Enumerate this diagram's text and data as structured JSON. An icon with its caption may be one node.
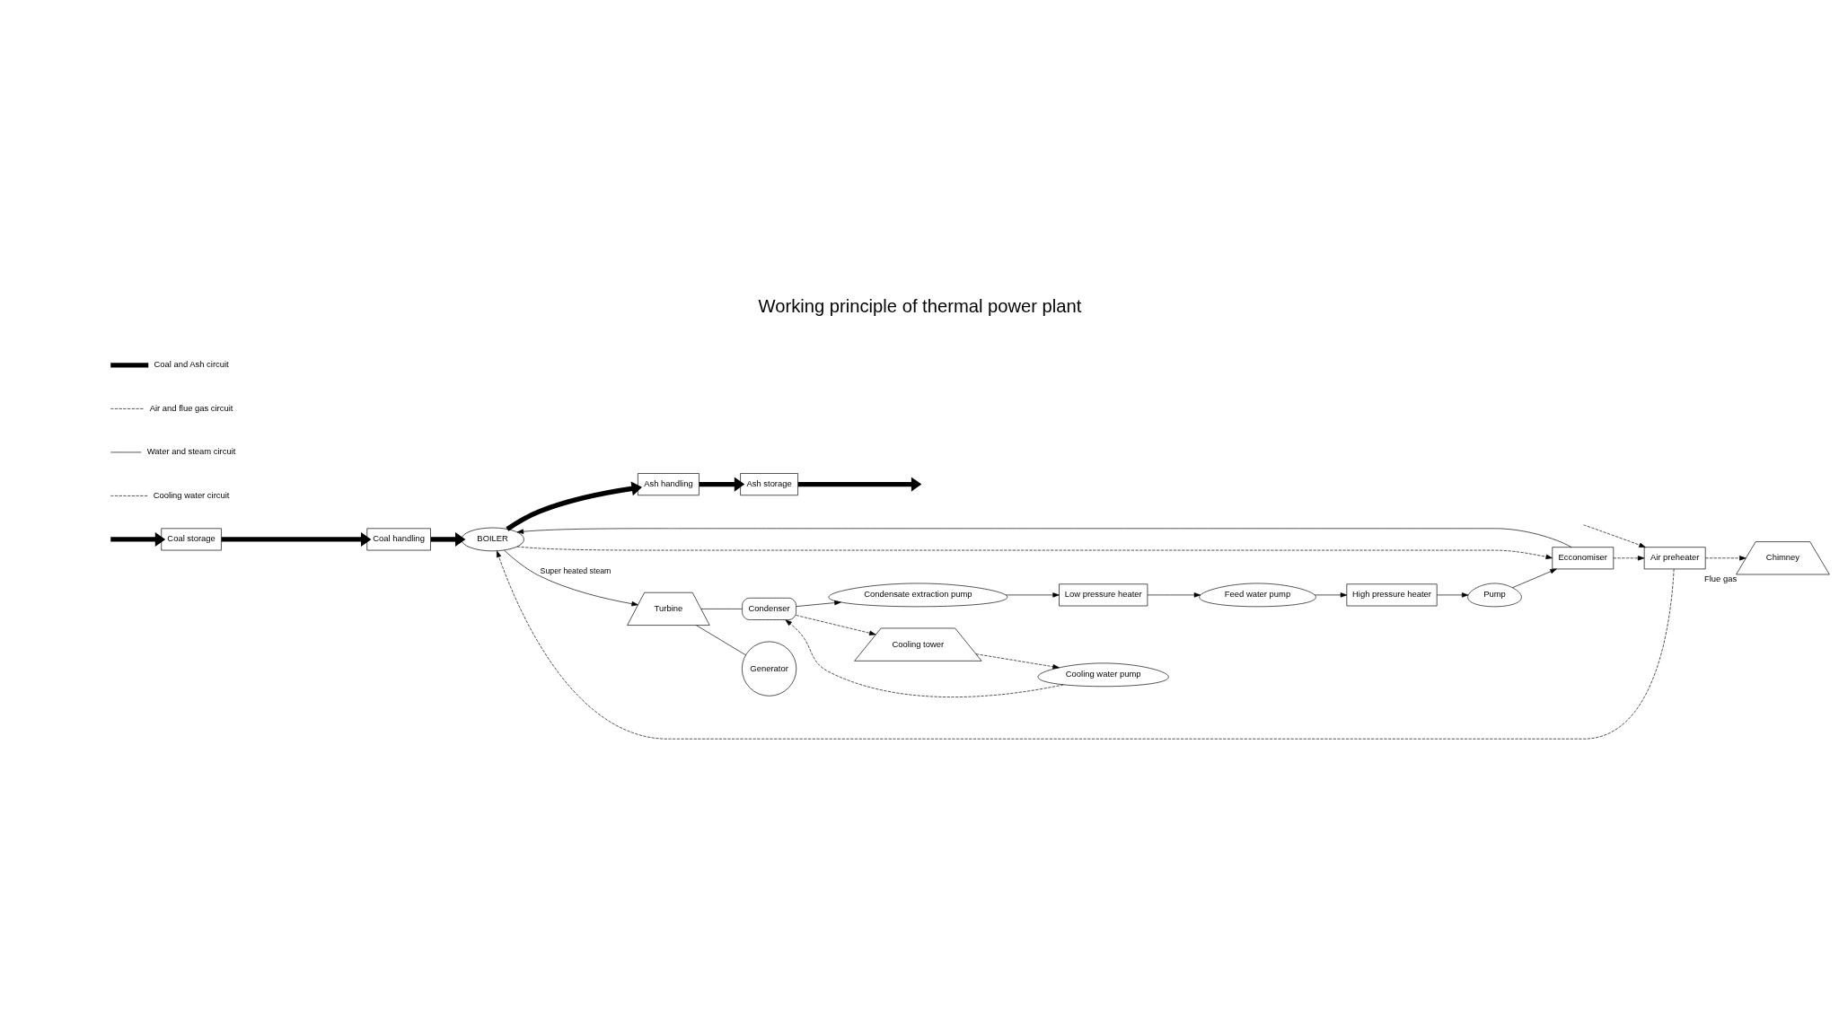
{
  "diagram": {
    "title": "Working principle of thermal power plant",
    "nodes": [
      {
        "text": [
          "Coal storage"
        ]
      },
      {
        "text": [
          "Coal handling"
        ]
      },
      {
        "text": [
          "BOILER"
        ]
      },
      {
        "text": [
          "Ash handling"
        ]
      },
      {
        "text": [
          "Ash storage"
        ]
      },
      {
        "text": [
          "Air preheater"
        ]
      },
      {
        "text": [
          "Ecconomiser"
        ]
      },
      {
        "text": [
          "Chimney"
        ],
        "beside": [
          "Flue gas"
        ]
      },
      {
        "text": [
          "Turbine"
        ]
      },
      {
        "text": [
          "Generator"
        ]
      },
      {
        "text": [
          "Condenser"
        ]
      },
      {
        "text": [
          "Cooling tower"
        ]
      },
      {
        "text": [
          "Cooling water pump"
        ]
      },
      {
        "text": [
          "Condensate extraction pump"
        ]
      },
      {
        "text": [
          "Low pressure heater"
        ]
      },
      {
        "text": [
          "Feed water pump"
        ]
      },
      {
        "text": [
          "High pressure heater"
        ]
      },
      {
        "text": [
          "Pump"
        ]
      }
    ],
    "edges": [
      {
        "from": null,
        "to": 0,
        "arrow": "to",
        "style": "thick"
      },
      {
        "from": 0,
        "to": 1,
        "arrow": "to",
        "style": "thick"
      },
      {
        "from": 1,
        "to": 2,
        "arrow": "to",
        "style": "thick"
      },
      {
        "from": 2,
        "to": 3,
        "arrow": "to",
        "style": "thick"
      },
      {
        "from": 3,
        "to": 4,
        "arrow": "to",
        "style": "thick"
      },
      {
        "from": 4,
        "to": null,
        "arrow": "to",
        "style": "thick"
      },
      {
        "from": null,
        "to": 5,
        "arrow": "to",
        "style": "dashed"
      },
      {
        "from": 5,
        "to": 2,
        "arrow": "to",
        "style": "dashed"
      },
      {
        "from": 2,
        "to": 6,
        "arrow": "to",
        "style": "dashed"
      },
      {
        "from": 6,
        "to": 5,
        "arrow": "to",
        "style": "dashed"
      },
      {
        "from": 5,
        "to": 7,
        "arrow": "to",
        "style": "dashed"
      },
      {
        "from": 6,
        "to": 2,
        "arrow": "to"
      },
      {
        "from": 2,
        "to": 8,
        "arrow": "to",
        "label": "Super heated steam"
      },
      {
        "from": 8,
        "to": 9,
        "arrow": "none"
      },
      {
        "from": 8,
        "to": 10,
        "arrow": "none"
      },
      {
        "from": 10,
        "to": 13,
        "arrow": "to"
      },
      {
        "from": 13,
        "to": 14,
        "arrow": "to"
      },
      {
        "from": 14,
        "to": 15,
        "arrow": "to"
      },
      {
        "from": 15,
        "to": 16,
        "arrow": "to"
      },
      {
        "from": 16,
        "to": 17,
        "arrow": "to"
      },
      {
        "from": 17,
        "to": 6,
        "arrow": "to"
      },
      {
        "from": 10,
        "to": 11,
        "arrow": "to",
        "style": "dashed"
      },
      {
        "from": 11,
        "to": 12,
        "arrow": "to",
        "style": "dashed"
      },
      {
        "from": 12,
        "to": 10,
        "arrow": "to",
        "style": "dashed"
      }
    ],
    "legend": [
      {
        "text": "Coal and Ash circuit"
      },
      {
        "text": "Air and flue gas circuit"
      },
      {
        "text": "Water and steam circuit"
      },
      {
        "text": "Cooling water circuit"
      }
    ]
  }
}
